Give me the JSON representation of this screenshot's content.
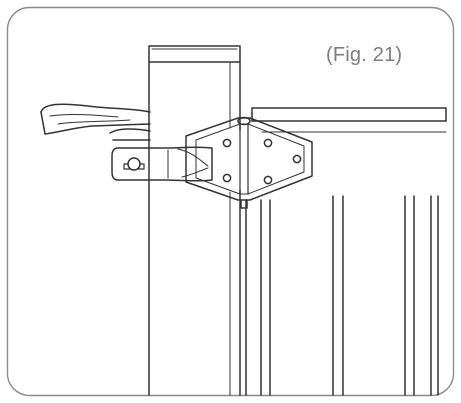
{
  "figure": {
    "label": "(Fig. 21)",
    "stroke_color": "#333333",
    "frame_color": "#8a8a8a",
    "label_color": "#7c7c7c",
    "background_color": "#ffffff"
  },
  "parts": [
    {
      "name": "wall-post",
      "interactable": false
    },
    {
      "name": "gate-panel",
      "interactable": false
    },
    {
      "name": "pressure-bracket",
      "interactable": false
    },
    {
      "name": "locking-lever",
      "interactable": false
    },
    {
      "name": "release-handle",
      "interactable": false
    }
  ]
}
